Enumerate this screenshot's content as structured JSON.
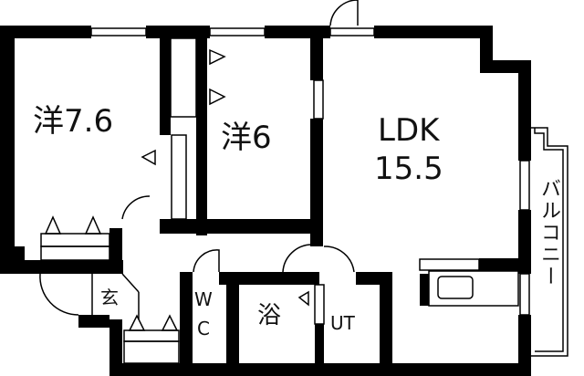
{
  "rooms": {
    "western_1": "洋7.6",
    "western_2": "洋6",
    "ldk_name": "LDK",
    "ldk_size": "15.5",
    "entrance": "玄",
    "wc": "W\nC",
    "wc_w": "W",
    "wc_c": "C",
    "bath": "浴",
    "utility": "UT",
    "balcony": "バルコニー"
  },
  "colors": {
    "wall": "#000000",
    "background": "#ffffff"
  }
}
